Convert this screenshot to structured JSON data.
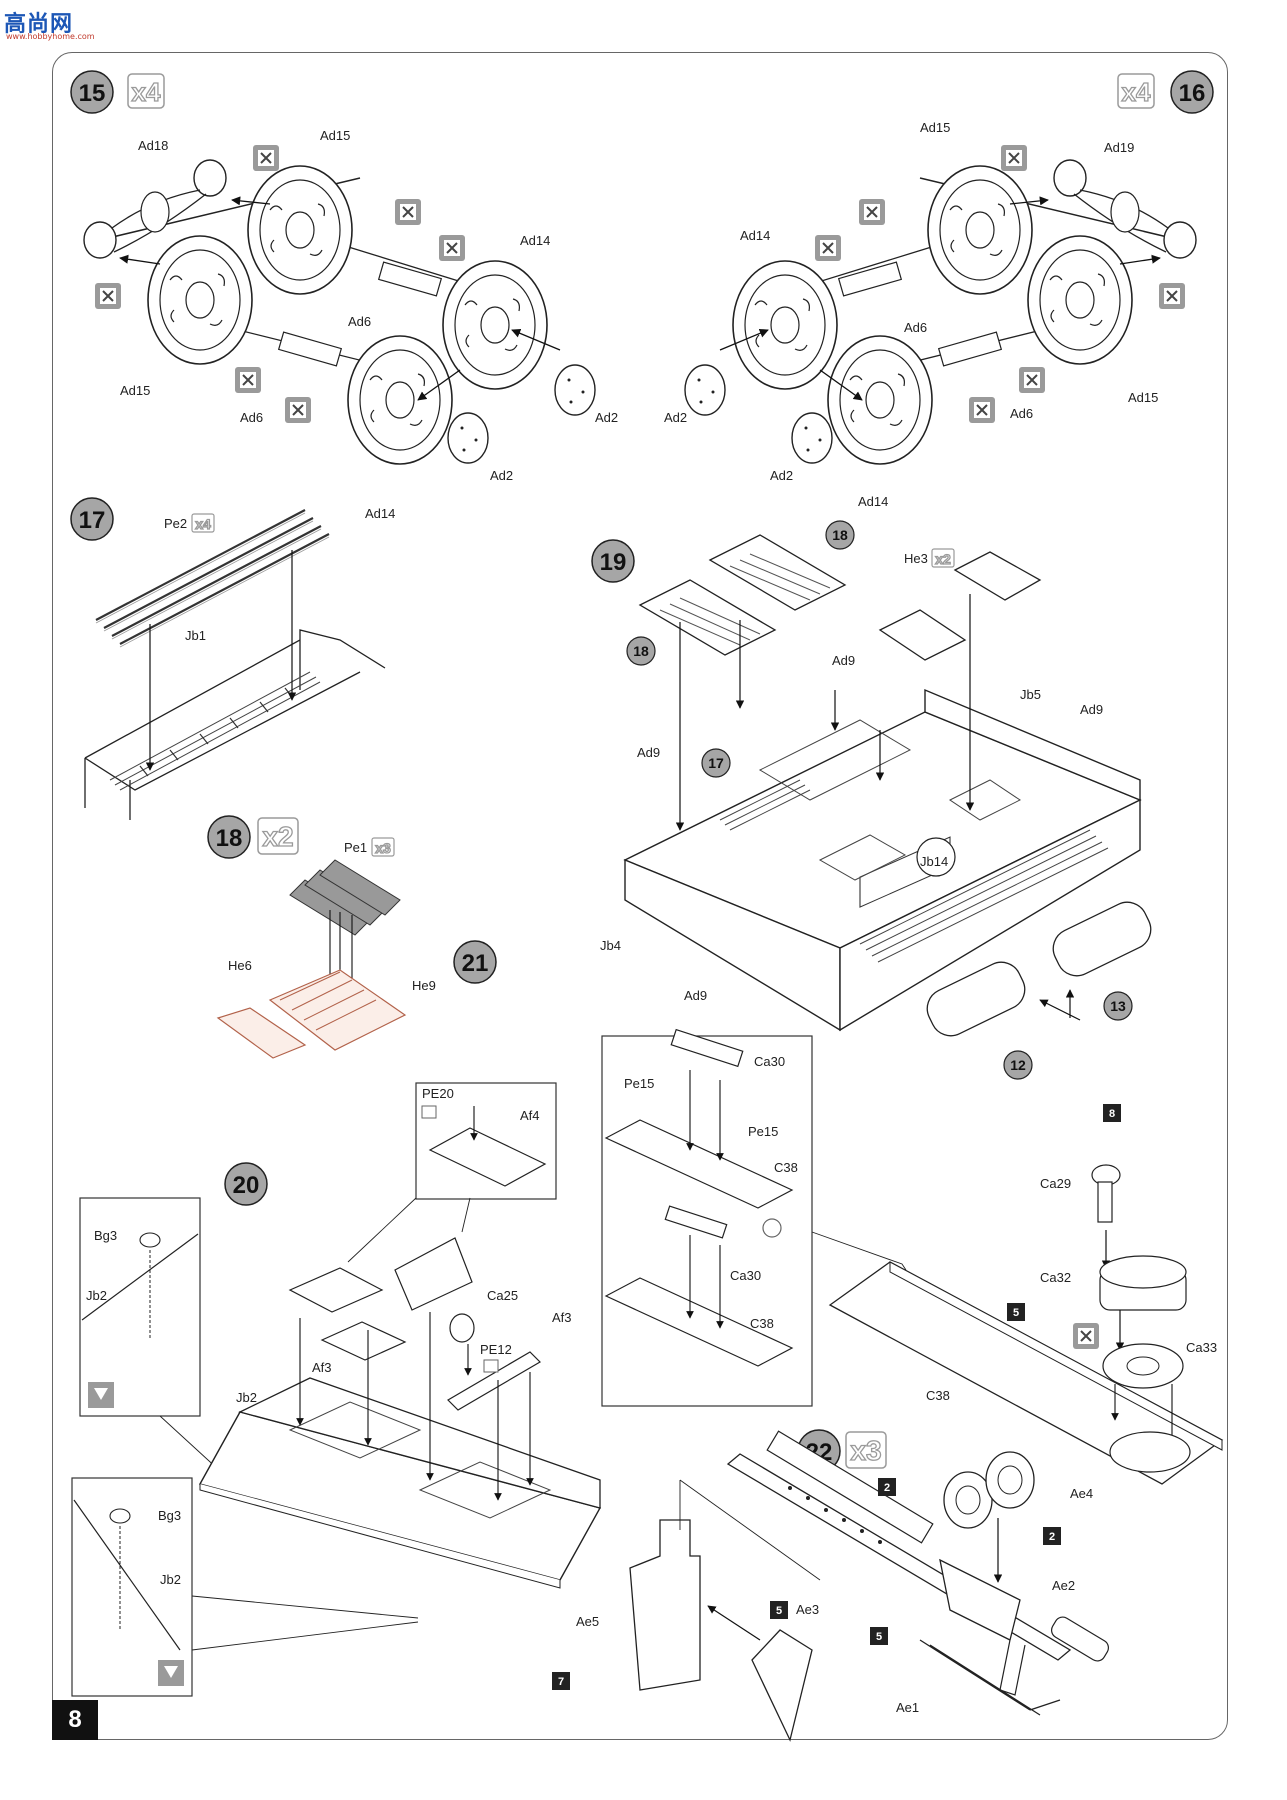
{
  "watermark": {
    "brand": "高尚网",
    "site": "www.hobbyhome.com"
  },
  "page_number": "8",
  "steps": {
    "s15": {
      "num": "15",
      "mult": "x4"
    },
    "s16": {
      "num": "16",
      "mult": "x4"
    },
    "s17": {
      "num": "17"
    },
    "s18": {
      "num": "18",
      "mult": "x2"
    },
    "s19": {
      "num": "19"
    },
    "s20": {
      "num": "20"
    },
    "s21": {
      "num": "21"
    },
    "s22": {
      "num": "22",
      "mult": "x3"
    }
  },
  "parts": {
    "ad18": "Ad18",
    "ad15": "Ad15",
    "ad14": "Ad14",
    "ad6": "Ad6",
    "ad2": "Ad2",
    "ad19": "Ad19",
    "ad9": "Ad9",
    "pe2": "Pe2",
    "pe2_mult": "x4",
    "jb1": "Jb1",
    "pe1": "Pe1",
    "pe1_mult": "x3",
    "he6": "He6",
    "he9": "He9",
    "he3": "He3",
    "he3_mult": "x2",
    "jb5": "Jb5",
    "jb4": "Jb4",
    "jb14": "Jb14",
    "ref17": "17",
    "ref18": "18",
    "ref12": "12",
    "ref13": "13",
    "ca30": "Ca30",
    "pe15": "Pe15",
    "c38": "C38",
    "ca29": "Ca29",
    "ca32": "Ca32",
    "ca33": "Ca33",
    "pe20": "PE20",
    "af4": "Af4",
    "ca25": "Ca25",
    "af3": "Af3",
    "pe12": "PE12",
    "jb2": "Jb2",
    "bg3": "Bg3",
    "ae4": "Ae4",
    "ae2": "Ae2",
    "ae5": "Ae5",
    "ae3": "Ae3",
    "ae1": "Ae1",
    "sq8": "8",
    "sq5": "5",
    "sq2": "2",
    "sq7": "7"
  }
}
